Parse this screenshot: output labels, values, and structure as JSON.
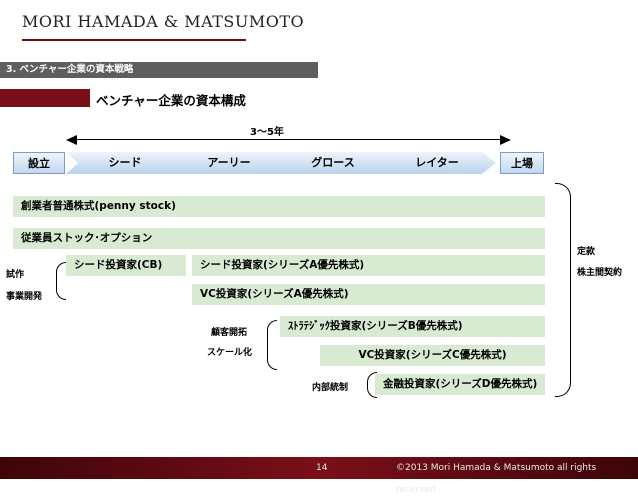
{
  "header": {
    "logo": "MORI HAMADA & MATSUMOTO",
    "section": "3. ベンチャー企業の資本戦略",
    "title": "ベンチャー企業の資本構成"
  },
  "timeline": {
    "duration": "3〜5年",
    "stages": [
      "設立",
      "シード",
      "アーリー",
      "グロース",
      "レイター",
      "上場"
    ]
  },
  "bars": {
    "common_stock": "創業者普通株式(penny stock)",
    "stock_option": "従業員ストック･オプション",
    "seed_cb": "シード投資家(CB)",
    "seed_a": "シード投資家(シリーズA優先株式)",
    "vc_a": "VC投資家(シリーズA優先株式)",
    "strategic_b": "ｽﾄﾗﾃｼﾞｯｸ投資家(シリーズB優先株式)",
    "vc_c": "VC投資家(シリーズC優先株式)",
    "finance_d": "金融投資家(シリーズD優先株式)"
  },
  "labels": {
    "trial": "試作",
    "development": "事業開発",
    "customer": "顧客開拓",
    "scale": "スケール化",
    "internal_control": "内部統制",
    "articles": "定款",
    "shareholders_agreement": "株主間契約"
  },
  "footer": {
    "page": "14",
    "copyright": "©2013 Mori Hamada & Matsumoto all rights reserved"
  },
  "colors": {
    "brand": "#7a0f19",
    "bar": "#d8ebd2",
    "stage": "#c2d8ef"
  }
}
